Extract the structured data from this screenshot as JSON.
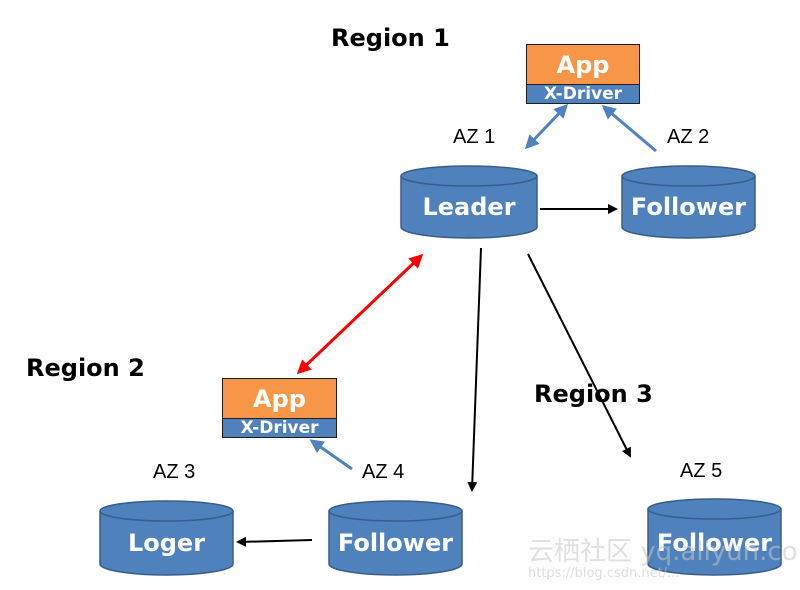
{
  "regions": {
    "region1": "Region 1",
    "region2": "Region 2",
    "region3": "Region 3"
  },
  "azs": {
    "az1": "AZ 1",
    "az2": "AZ 2",
    "az3": "AZ 3",
    "az4": "AZ 4",
    "az5": "AZ 5"
  },
  "apps": [
    {
      "app_label": "App",
      "driver_label": "X-Driver"
    },
    {
      "app_label": "App",
      "driver_label": "X-Driver"
    }
  ],
  "nodes": {
    "leader": "Leader",
    "follower_az2": "Follower",
    "follower_az4": "Follower",
    "follower_az5": "Follower",
    "loger": "Loger"
  },
  "watermark": {
    "main": "云栖社区 yq.aliyun.com",
    "url": "https://blog.csdn.net/..."
  },
  "colors": {
    "app_orange": "#f79646",
    "db_blue": "#4f81bd",
    "client_arrow": "#4f81bd",
    "cross_region_arrow": "#ff0000",
    "replication_arrow": "#000000"
  }
}
